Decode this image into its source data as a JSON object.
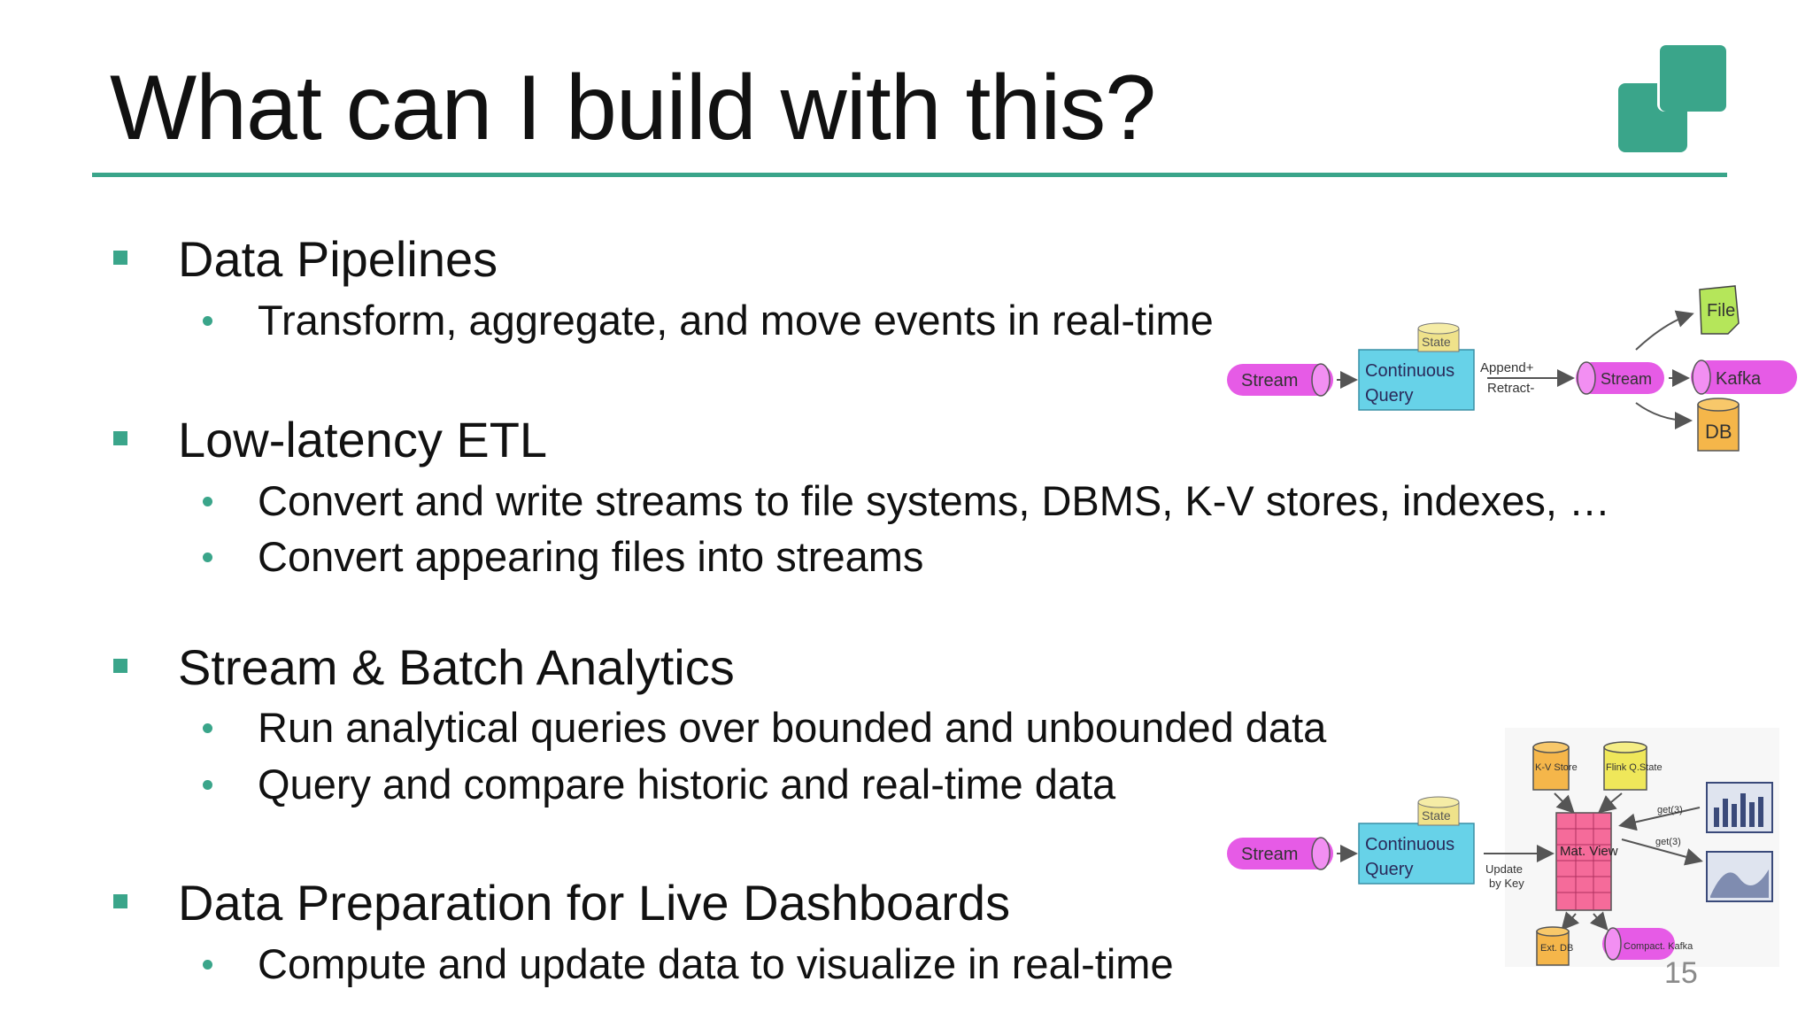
{
  "slide": {
    "title": "What can I build with this?",
    "accent_color": "#3aa58a",
    "page_number": "15"
  },
  "sections": [
    {
      "heading": "Data Pipelines",
      "bullets": [
        "Transform, aggregate, and move events in real-time"
      ]
    },
    {
      "heading": "Low-latency ETL",
      "bullets": [
        "Convert and write streams to file systems, DBMS, K-V stores, indexes, …",
        "Convert appearing files into streams"
      ]
    },
    {
      "heading": "Stream & Batch Analytics",
      "bullets": [
        "Run analytical queries over bounded and unbounded data",
        "Query and compare historic and real-time data"
      ]
    },
    {
      "heading": "Data Preparation for Live Dashboards",
      "bullets": [
        "Compute and update data to visualize in real-time"
      ]
    }
  ],
  "sketch_pipeline": {
    "stream_in": "Stream",
    "query_line1": "Continuous",
    "query_line2": "Query",
    "state": "State",
    "append": "Append+",
    "retract": "Retract-",
    "stream_out": "Stream",
    "sink_file": "File",
    "sink_kafka": "Kafka",
    "sink_db": "DB"
  },
  "sketch_dashboard": {
    "stream_in": "Stream",
    "query_line1": "Continuous",
    "query_line2": "Query",
    "state": "State",
    "update_line1": "Update",
    "update_line2": "by Key",
    "kv_store": "K-V Store",
    "flink_state": "Flink Q.State",
    "mat_view": "Mat. View",
    "get1": "get(3)",
    "get2": "get(3)",
    "ext_db": "Ext. DB",
    "compacted_kafka": "Compact. Kafka"
  }
}
